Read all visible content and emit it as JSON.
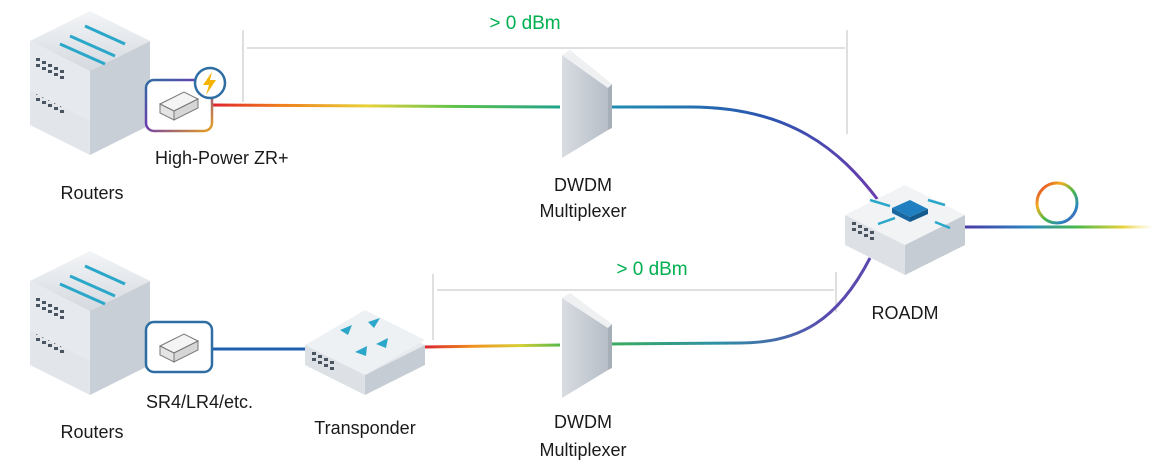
{
  "colors": {
    "power_label": "#00b050",
    "bracket": "#bfbfbf",
    "link_blue": "#1f5fb0",
    "device_top": "#e9ecef",
    "device_side": "#cfd4da",
    "arrow_teal": "#2ba7c9",
    "module_border": "#2f6ea3",
    "bolt": "#f5b400"
  },
  "top_path": {
    "power_label": "> 0 dBm",
    "routers_label": "Routers",
    "optic_label": "High-Power ZR+",
    "optic_badge_icon": "lightning-bolt-icon",
    "mux_label_line1": "DWDM",
    "mux_label_line2": "Multiplexer"
  },
  "bottom_path": {
    "power_label": "> 0 dBm",
    "routers_label": "Routers",
    "optic_label": "SR4/LR4/etc.",
    "transponder_label": "Transponder",
    "mux_label_line1": "DWDM",
    "mux_label_line2": "Multiplexer"
  },
  "roadm": {
    "label": "ROADM",
    "output_icon": "fiber-loop-icon"
  }
}
